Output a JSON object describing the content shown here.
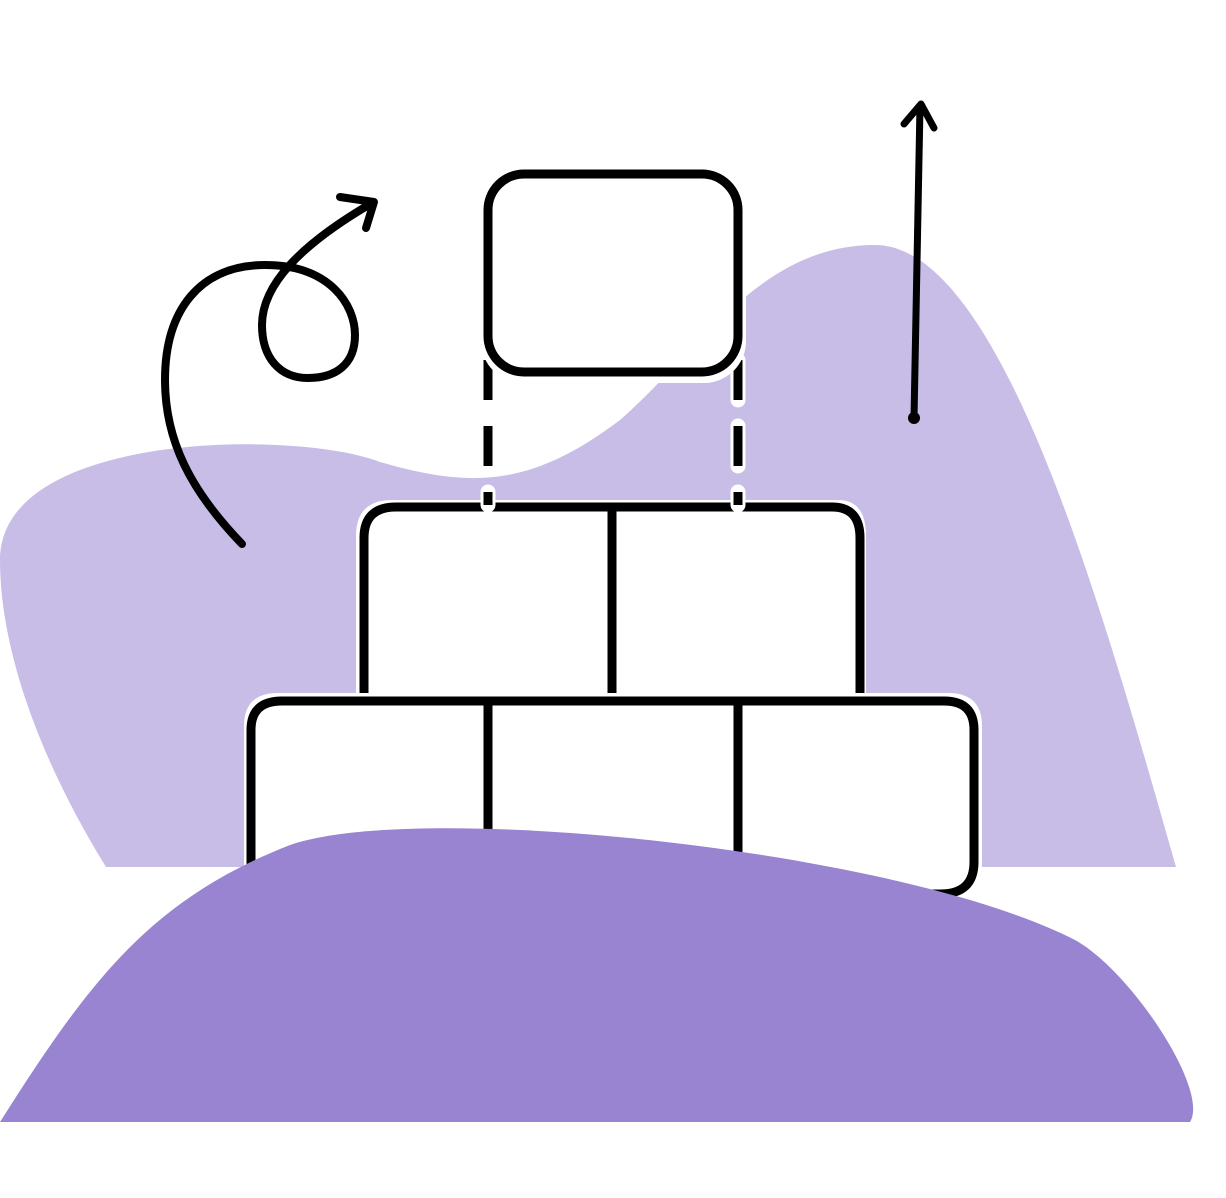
{
  "illustration": {
    "icons": [
      "loop-arrow-icon",
      "up-arrow-icon",
      "block-stack-icon"
    ],
    "colors": {
      "background": "#ffffff",
      "light_hill": "#c8bde6",
      "dark_hill": "#9884d0",
      "outline": "#000000",
      "block_fill": "#ffffff"
    },
    "blocks": {
      "top_row_count": 1,
      "middle_row_count": 2,
      "bottom_row_count": 3
    }
  }
}
